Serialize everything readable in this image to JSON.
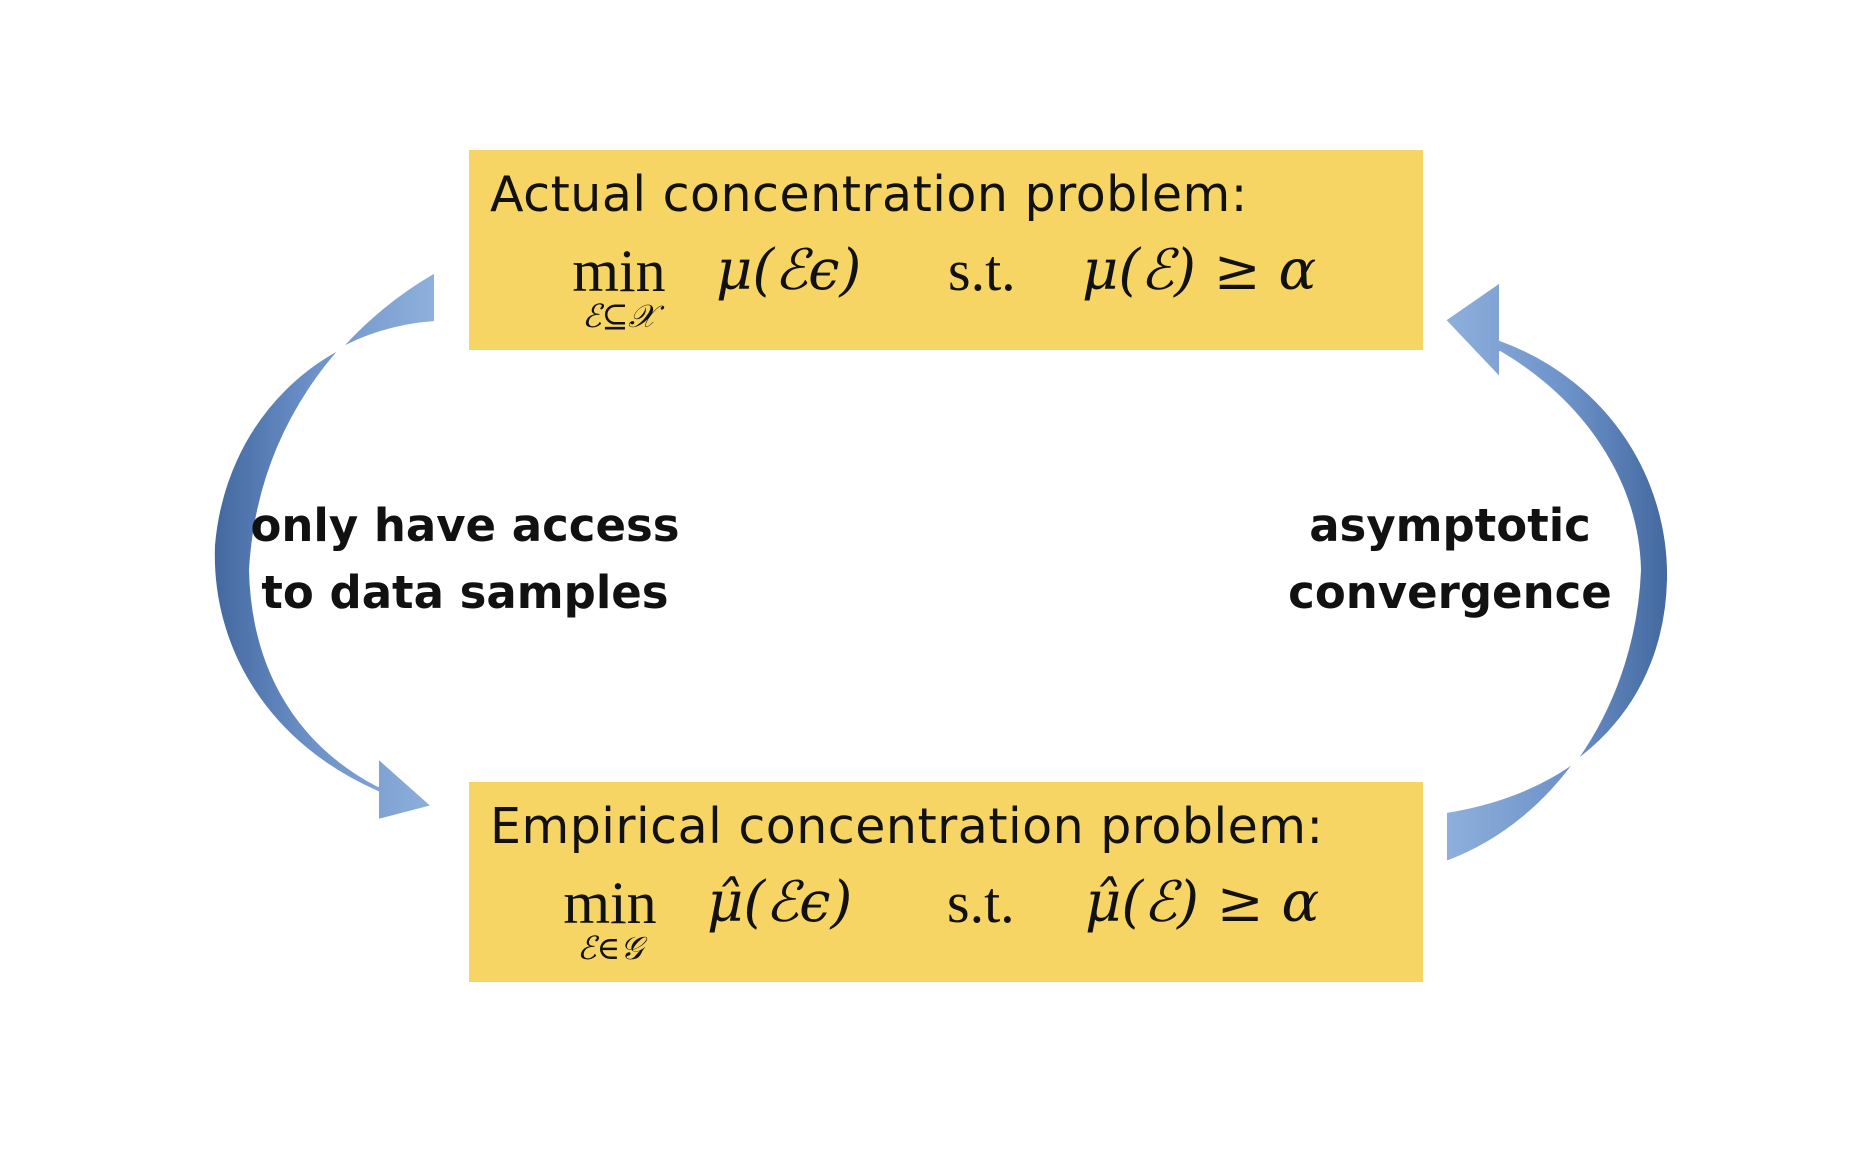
{
  "diagram": {
    "top_box": {
      "title": "Actual concentration problem:",
      "formula": {
        "min_word": "min",
        "min_subscript": "ℰ⊆𝒳",
        "objective": "μ(ℰϵ)",
        "such_that": "s.t.",
        "constraint": "μ(ℰ) ≥ α"
      }
    },
    "bottom_box": {
      "title": "Empirical concentration problem:",
      "formula": {
        "min_word": "min",
        "min_subscript": "ℰ∈𝒢",
        "objective": "μ̂(ℰϵ)",
        "such_that": "s.t.",
        "constraint": "μ̂(ℰ) ≥ α"
      }
    },
    "left_arrow_label": {
      "line1": "only have access",
      "line2": "to data samples"
    },
    "right_arrow_label": {
      "line1": "asymptotic",
      "line2": "convergence"
    },
    "colors": {
      "box_fill": "#f7d565",
      "arrow_light": "#8fb0dc",
      "arrow_mid": "#6d92c9",
      "arrow_dark": "#42689f"
    }
  }
}
